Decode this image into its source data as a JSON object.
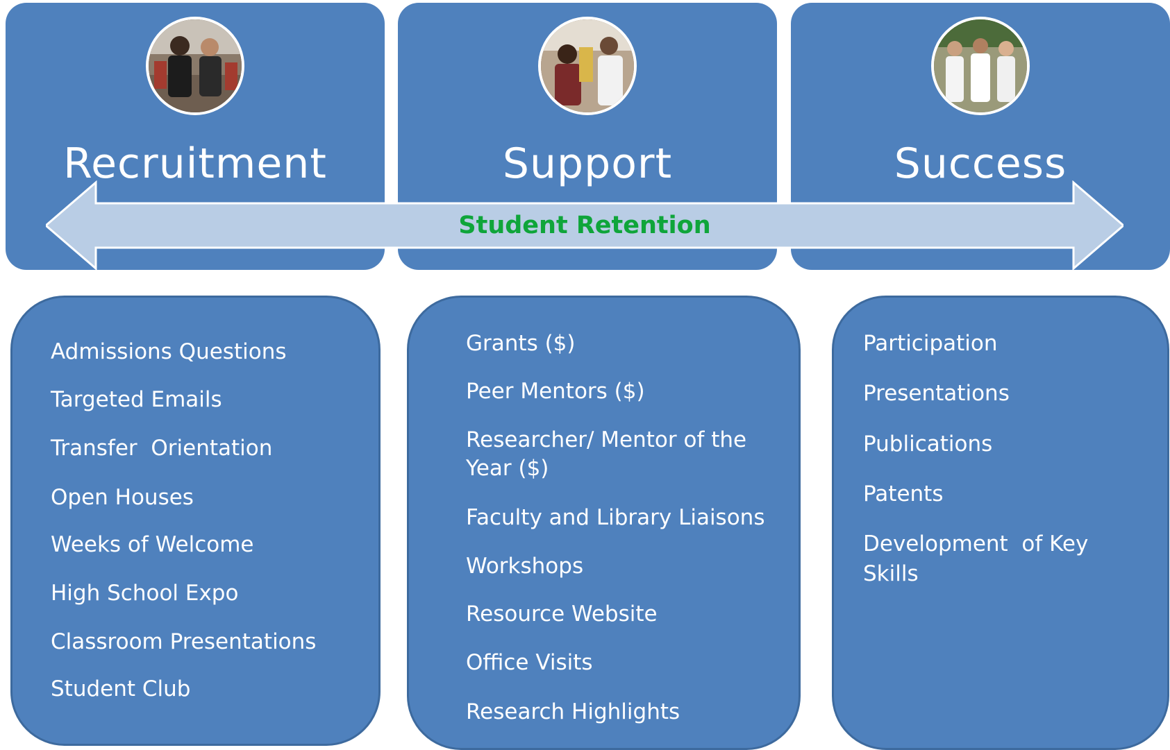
{
  "columns": [
    {
      "title": "Recruitment",
      "photo": "students-photo"
    },
    {
      "title": "Support",
      "photo": "mentoring-photo"
    },
    {
      "title": "Success",
      "photo": "lab-coats-photo"
    }
  ],
  "arrow": {
    "label": "Student Retention",
    "label_color": "#0fa53a",
    "fill": "#b9cde5"
  },
  "lists": {
    "recruitment": [
      "Admissions Questions",
      "Targeted Emails",
      "Transfer  Orientation",
      "Open Houses",
      "Weeks of Welcome",
      "High School Expo",
      "Classroom Presentations",
      "Student Club"
    ],
    "support": [
      "Grants ($)",
      "Peer Mentors ($)",
      "Researcher/ Mentor of the",
      "Year ($)",
      "Faculty and Library Liaisons",
      "Workshops",
      "Resource Website",
      "Office Visits",
      "Research Highlights"
    ],
    "success": [
      "Participation",
      "Presentations",
      "Publications",
      "Patents",
      "Development  of Key",
      "Skills"
    ]
  },
  "colors": {
    "box": "#4f81bd",
    "box_border": "#3d6a9e",
    "text": "#ffffff"
  }
}
